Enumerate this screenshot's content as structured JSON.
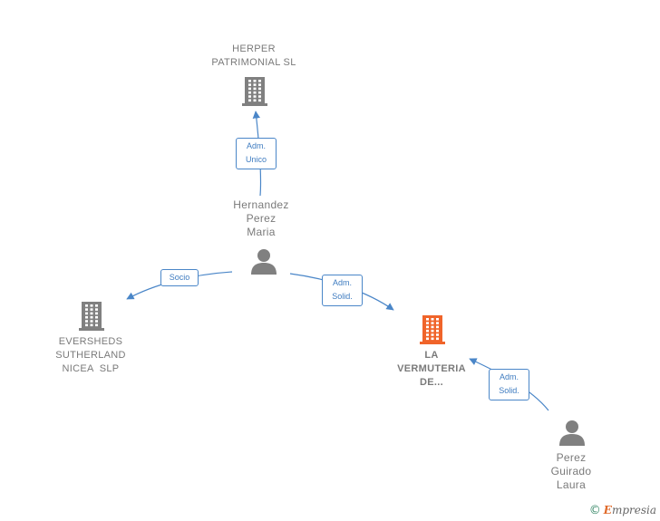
{
  "nodes": [
    {
      "id": "herper",
      "type": "company",
      "lines": [
        "HERPER",
        "PATRIMONIAL SL"
      ],
      "color": "#808080",
      "highlight": false
    },
    {
      "id": "hernandez",
      "type": "person",
      "lines": [
        "Hernandez",
        "Perez",
        "Maria"
      ],
      "color": "#808080",
      "highlight": false
    },
    {
      "id": "eversheds",
      "type": "company",
      "lines": [
        "EVERSHEDS",
        "SUTHERLAND",
        "NICEA  SLP"
      ],
      "color": "#808080",
      "highlight": false
    },
    {
      "id": "vermuteria",
      "type": "company",
      "lines": [
        "LA",
        "VERMUTERIA",
        "DE..."
      ],
      "color": "#f0642a",
      "highlight": true
    },
    {
      "id": "perez",
      "type": "person",
      "lines": [
        "Perez",
        "Guirado",
        "Laura"
      ],
      "color": "#808080",
      "highlight": false
    }
  ],
  "edges": [
    {
      "from": "hernandez",
      "to": "herper",
      "label": [
        "Adm.",
        "Unico"
      ]
    },
    {
      "from": "hernandez",
      "to": "eversheds",
      "label": [
        "Socio"
      ]
    },
    {
      "from": "hernandez",
      "to": "vermuteria",
      "label": [
        "Adm.",
        "Solid."
      ]
    },
    {
      "from": "perez",
      "to": "vermuteria",
      "label": [
        "Adm.",
        "Solid."
      ]
    }
  ],
  "brand": {
    "copyright": "©",
    "first_letter": "E",
    "rest": "mpresia"
  },
  "colors": {
    "edge": "#4a86c8",
    "node": "#808080",
    "accent": "#f0642a"
  }
}
